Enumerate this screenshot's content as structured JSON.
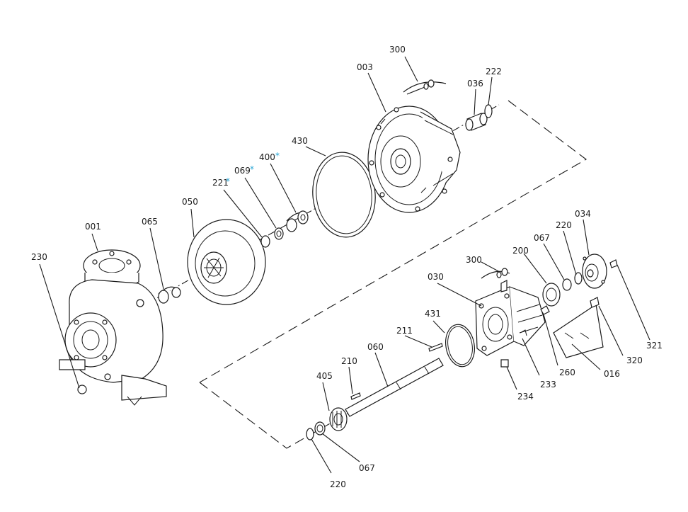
{
  "labels": {
    "l300a": "300",
    "l003": "003",
    "l036": "036",
    "l222": "222",
    "l430": "430",
    "l400": "400",
    "l069": "069",
    "l221": "221",
    "l050": "050",
    "l001": "001",
    "l065": "065",
    "l230": "230",
    "l034": "034",
    "l220a": "220",
    "l067a": "067",
    "l200": "200",
    "l300b": "300",
    "l030": "030",
    "l431": "431",
    "l211": "211",
    "l060": "060",
    "l210": "210",
    "l405": "405",
    "l220b": "220",
    "l067b": "067",
    "l234": "234",
    "l233": "233",
    "l260": "260",
    "l016": "016",
    "l320": "320",
    "l321": "321"
  },
  "marker": "*",
  "colors": {
    "line": "#1a1a1a",
    "asterisk": "#2aa6d6",
    "background": "#ffffff"
  }
}
